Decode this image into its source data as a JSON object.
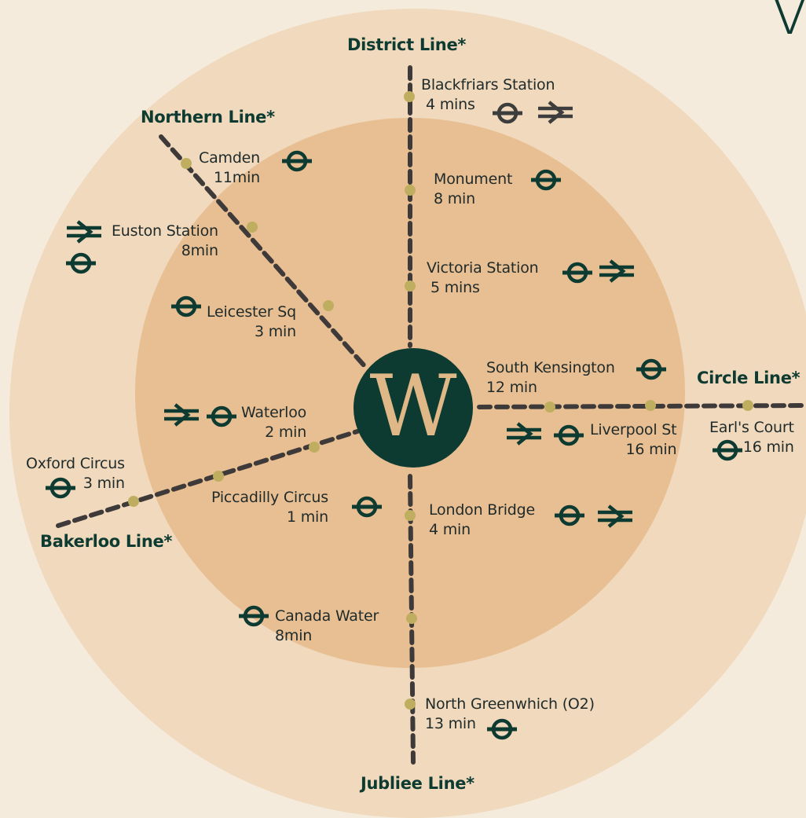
{
  "hub": {
    "letter": "W"
  },
  "decoration": {
    "letter": "V"
  },
  "lines": {
    "district": "District Line*",
    "northern": "Northern Line*",
    "circle": "Circle Line*",
    "bakerloo": "Bakerloo Line*",
    "jubilee": "Jubliee Line*"
  },
  "stations": {
    "blackfriars": {
      "name": "Blackfriars Station",
      "time": "4 mins",
      "icons": [
        "underground-roundel-icon",
        "national-rail-icon"
      ]
    },
    "camden": {
      "name": "Camden",
      "time": "11min",
      "icons": [
        "underground-roundel-icon"
      ]
    },
    "monument": {
      "name": "Monument",
      "time": "8 min",
      "icons": [
        "underground-roundel-icon"
      ]
    },
    "euston": {
      "name": "Euston Station",
      "time": "8min",
      "icons": [
        "national-rail-icon",
        "underground-roundel-icon"
      ]
    },
    "victoria": {
      "name": "Victoria Station",
      "time": "5 mins",
      "icons": [
        "underground-roundel-icon",
        "national-rail-icon"
      ]
    },
    "leicester": {
      "name": "Leicester Sq",
      "time": "3 min",
      "icons": [
        "underground-roundel-icon"
      ]
    },
    "south_kensington": {
      "name": "South Kensington",
      "time": "12 min",
      "icons": [
        "underground-roundel-icon"
      ]
    },
    "waterloo": {
      "name": "Waterloo",
      "time": "2 min",
      "icons": [
        "national-rail-icon",
        "underground-roundel-icon"
      ]
    },
    "liverpool": {
      "name": "Liverpool St",
      "time": "16 min",
      "icons": [
        "national-rail-icon",
        "underground-roundel-icon"
      ]
    },
    "earls_court": {
      "name": "Earl's Court",
      "time": "16 min",
      "icons": [
        "underground-roundel-icon"
      ]
    },
    "oxford": {
      "name": "Oxford Circus",
      "time": "3 min",
      "icons": [
        "underground-roundel-icon"
      ]
    },
    "piccadilly": {
      "name": "Piccadilly Circus",
      "time": "1 min",
      "icons": [
        "underground-roundel-icon"
      ]
    },
    "london_bridge": {
      "name": "London Bridge",
      "time": "4 min",
      "icons": [
        "underground-roundel-icon",
        "national-rail-icon"
      ]
    },
    "canada_water": {
      "name": "Canada Water",
      "time": "8min",
      "icons": [
        "underground-roundel-icon"
      ]
    },
    "north_greenwich": {
      "name": "North Greenwhich (O2)",
      "time": "13 min",
      "icons": [
        "underground-roundel-icon"
      ]
    }
  },
  "colors": {
    "background": "#f5ebdd",
    "outer_ring": "#f0d9bc",
    "inner_ring": "#e8bf92",
    "line": "#3f3a3a",
    "stop_dot": "#bfae5f",
    "brand_green": "#0d3b31",
    "hub_letter": "#e0b888",
    "text": "#1f2a2a"
  }
}
